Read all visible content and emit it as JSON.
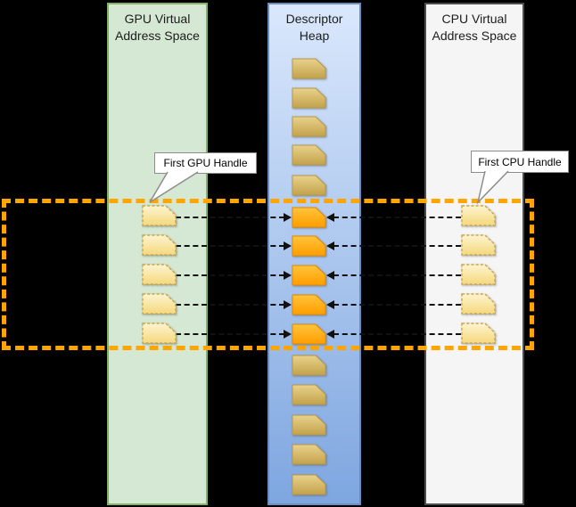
{
  "diagram": {
    "background_color": "#000000",
    "columns": {
      "gpu": {
        "title": "GPU Virtual Address Space",
        "fill": "#d5e8d4",
        "border": "#82b366",
        "handle_count": 5
      },
      "heap": {
        "title": "Descriptor Heap",
        "fill_top": "#dae8fc",
        "fill_bottom": "#7ea6e0",
        "border": "#6c8ebf",
        "descriptors_above": 5,
        "descriptors_selected": 5,
        "descriptors_below": 5
      },
      "cpu": {
        "title": "CPU Virtual Address Space",
        "fill": "#f5f5f5",
        "border": "#4d4d4d",
        "handle_count": 5
      }
    },
    "callouts": {
      "gpu": "First GPU Handle",
      "cpu": "First CPU Handle"
    },
    "selection": {
      "color": "#ffa500",
      "style": "dashed"
    },
    "icon_colors": {
      "handle_fill_top": "#fdf4cf",
      "handle_fill_bottom": "#f5d87e",
      "descriptor_fill_top": "#e9d28d",
      "descriptor_fill_bottom": "#c2a24b",
      "selected_fill_top": "#ffc43a",
      "selected_fill_bottom": "#ff9d00",
      "arrow_color": "#111111"
    }
  }
}
